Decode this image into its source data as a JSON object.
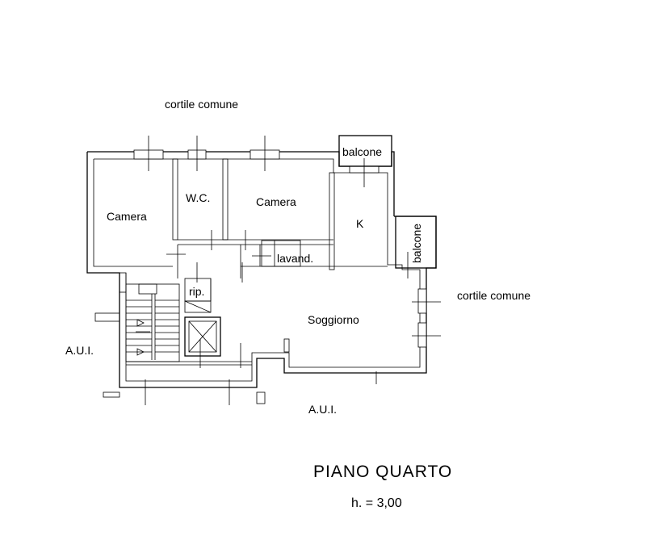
{
  "labels": {
    "cortile_top": "cortile comune",
    "cortile_right": "cortile comune",
    "aui_left": "A.U.I.",
    "aui_bottom": "A.U.I.",
    "camera_left": "Camera",
    "wc": "W.C.",
    "camera_right": "Camera",
    "balcone_top": "balcone",
    "kitchen": "K",
    "balcone_right": "balcone",
    "lavand": "lavand.",
    "rip": "rip.",
    "soggiorno": "Soggiorno"
  },
  "title": "PIANO QUARTO",
  "height_note": "h. = 3,00"
}
